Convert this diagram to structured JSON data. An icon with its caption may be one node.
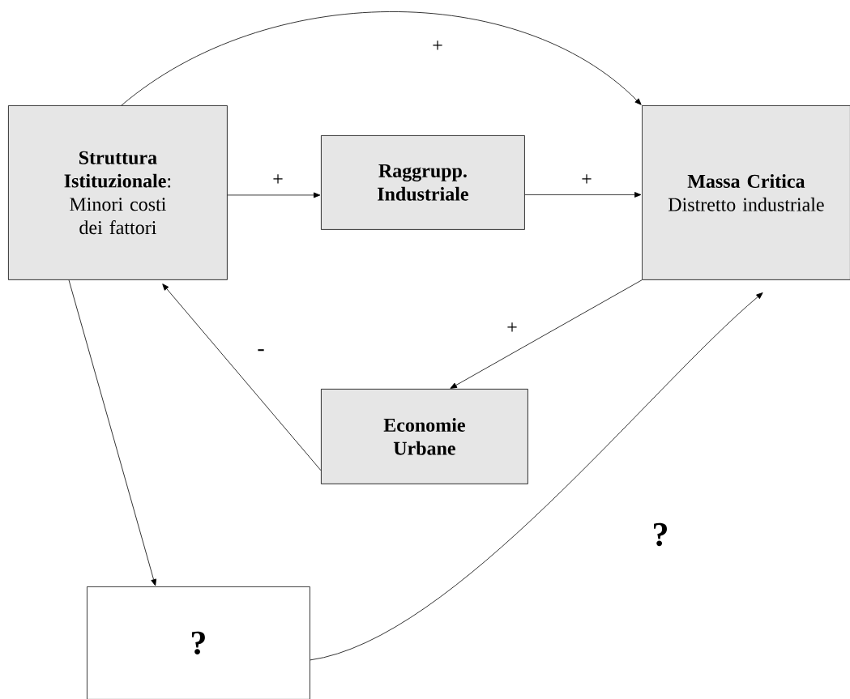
{
  "diagram": {
    "nodes": [
      {
        "text": [
          "**Struttura Istituzionale**: Minori costi dei fattori"
        ]
      },
      {
        "text": [
          "Raggrupp. Industriale"
        ]
      },
      {
        "text": [
          "Massa Critica",
          "Distretto industriale"
        ]
      },
      {
        "text": [
          "Economie Urbane"
        ]
      },
      {
        "text": [
          "?"
        ]
      }
    ],
    "edges": [
      {
        "from": 0,
        "to": 2,
        "arrow": "to",
        "label": "+"
      },
      {
        "from": 0,
        "to": 1,
        "arrow": "to",
        "label": "+"
      },
      {
        "from": 1,
        "to": 2,
        "arrow": "to",
        "label": "+"
      },
      {
        "from": 2,
        "to": 3,
        "arrow": "to",
        "label": "+"
      },
      {
        "from": 3,
        "to": 0,
        "arrow": "to",
        "label": "-"
      },
      {
        "from": 0,
        "to": 4,
        "arrow": "to"
      },
      {
        "from": 4,
        "to": 2,
        "arrow": "to",
        "label": "?"
      }
    ]
  }
}
